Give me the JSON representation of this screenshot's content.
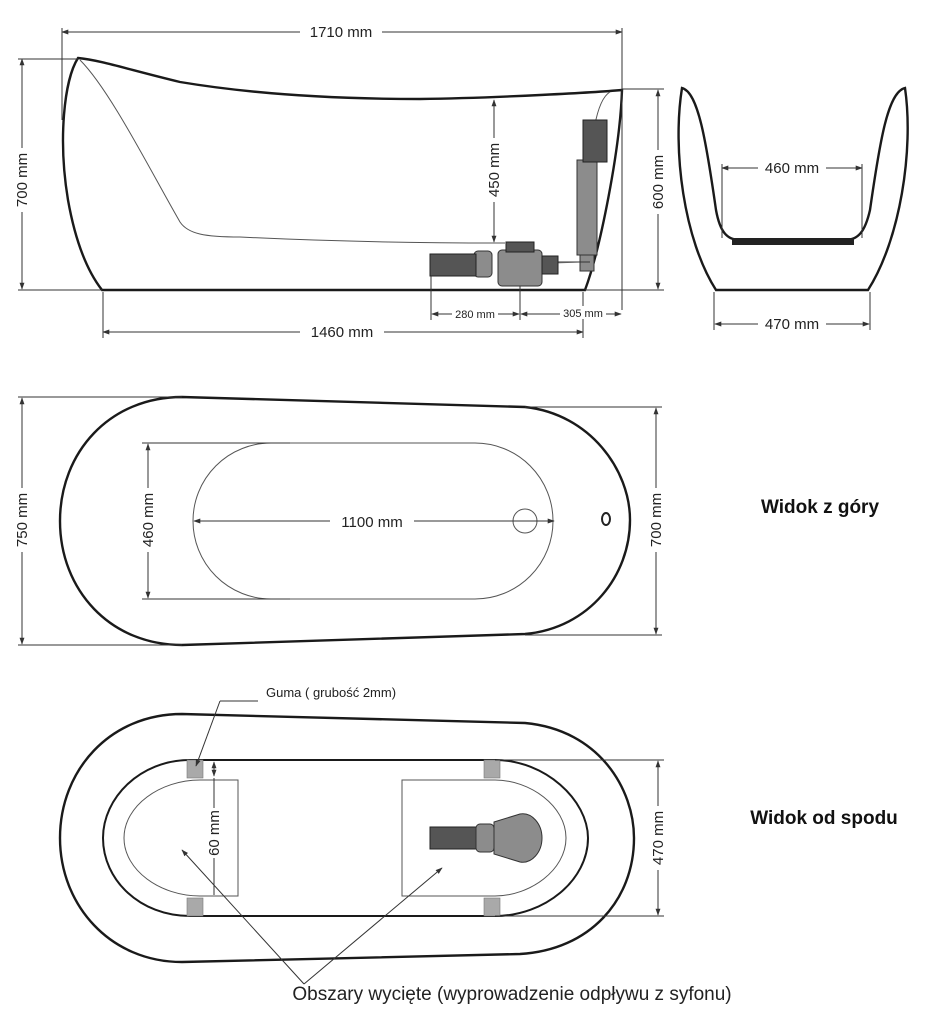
{
  "side_view": {
    "overall_length": "1710 mm",
    "height": "700 mm",
    "depth": "450 mm",
    "end_height": "600 mm",
    "base_length": "1460 mm",
    "drain_offset_a": "280 mm",
    "drain_offset_b": "305 mm"
  },
  "end_view": {
    "inner_width": "460 mm",
    "base_width": "470 mm"
  },
  "top_view": {
    "title": "Widok z góry",
    "width": "750 mm",
    "inner_width": "460 mm",
    "inner_length": "1100 mm",
    "end_width": "700 mm"
  },
  "bottom_view": {
    "title": "Widok od spodu",
    "rubber_note": "Guma ( grubość 2mm)",
    "pad_offset": "60 mm",
    "base_width": "470 mm",
    "cutout_note": "Obszary wycięte (wyprowadzenie odpływu z syfonu)"
  }
}
